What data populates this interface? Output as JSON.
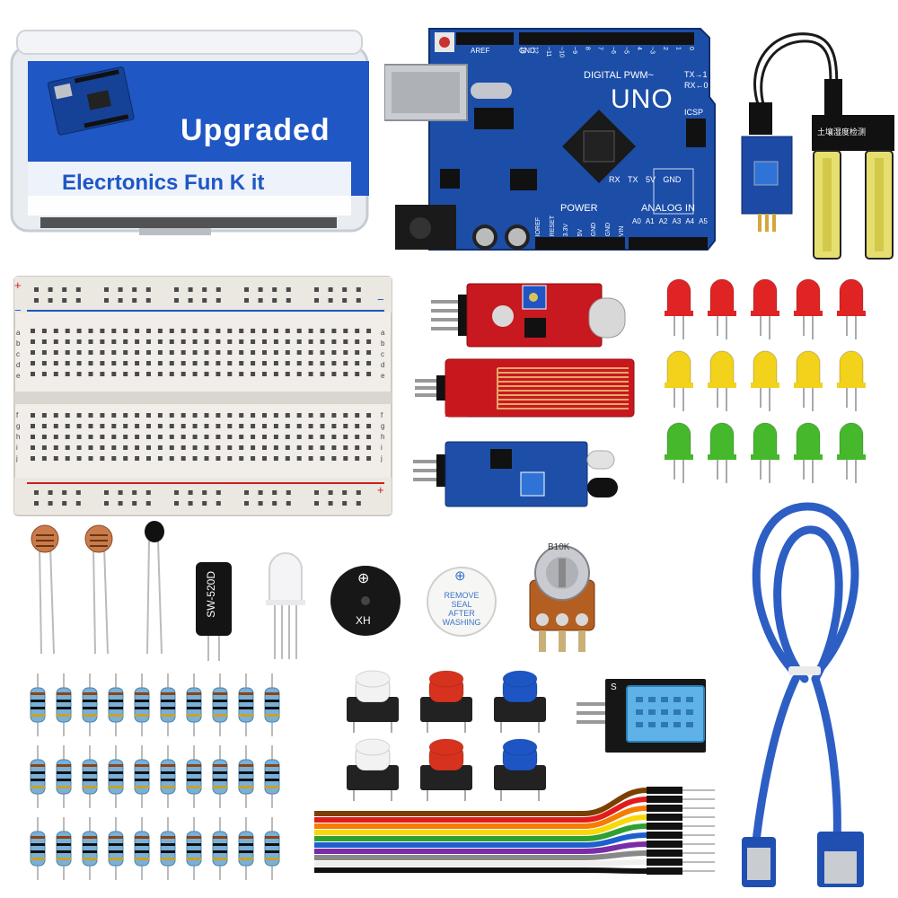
{
  "box": {
    "title": "Upgraded",
    "subtitle": "Elecrtonics Fun K it",
    "color": "#1f57c5"
  },
  "uno": {
    "name": "UNO",
    "digital_label": "DIGITAL PWM~",
    "power_label": "POWER",
    "analog_label": "ANALOG IN",
    "icsp_label": "ICSP",
    "tx_label": "TX→1",
    "rx_label": "RX←0",
    "aref_label": "AREF",
    "gnd_label": "GND",
    "power_pins": [
      "IOREF",
      "RESET",
      "3.3V",
      "5V",
      "GND",
      "GND",
      "VIN"
    ],
    "analog_pins": [
      "A0",
      "A1",
      "A2",
      "A3",
      "A4",
      "A5"
    ],
    "digital_pins": [
      "13",
      "12",
      "~11",
      "~10",
      "~9",
      "8",
      "7",
      "~6",
      "~5",
      "4",
      "~3",
      "2",
      "1",
      "0"
    ],
    "side_labels": [
      "RX",
      "TX",
      "5V",
      "GND"
    ],
    "color": "#1c4ea8"
  },
  "soil_sensor": {
    "label": "土壤湿度检测"
  },
  "breadboard": {
    "plus": "+",
    "minus": "−",
    "rows_top": [
      "a",
      "b",
      "c",
      "d",
      "e"
    ],
    "rows_bottom": [
      "f",
      "g",
      "h",
      "i",
      "j"
    ]
  },
  "leds": {
    "colors": [
      "#e02323",
      "#f2d21a",
      "#45b82b"
    ],
    "count_per_row": 5
  },
  "tilt_switch": {
    "label": "SW-520D"
  },
  "buzzer_active": {
    "label": "XH",
    "plus": "⊕"
  },
  "buzzer_passive": {
    "plus": "⊕",
    "line1": "REMOVE",
    "line2": "SEAL",
    "line3": "AFTER",
    "line4": "WASHING"
  },
  "potentiometer": {
    "label": "B10K"
  },
  "buttons": {
    "colors": [
      "#f2f2f2",
      "#d7321e",
      "#1d55c4"
    ]
  },
  "dht": {
    "label": "S"
  },
  "jumpers": {
    "colors": [
      "#7b3f00",
      "#e21b1b",
      "#f57d00",
      "#f7d90a",
      "#2fa02f",
      "#1d5fcc",
      "#7a2ca8",
      "#888888",
      "#eeeeee",
      "#111111"
    ]
  },
  "usb_cable": {
    "color": "#2d5ec4"
  }
}
